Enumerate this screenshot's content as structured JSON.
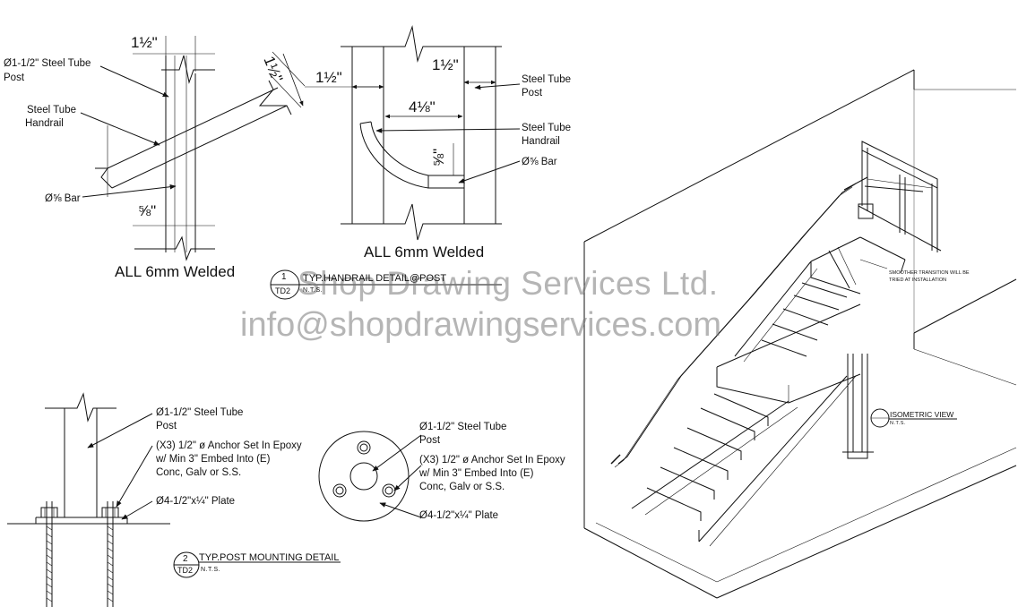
{
  "watermark": {
    "company": "Shop Drawing Services Ltd.",
    "email": "info@shopdrawingservices.com"
  },
  "detail1": {
    "number": "1",
    "sheet_ref": "TD2",
    "title": "TYP.HANDRAIL DETAIL@POST",
    "scale": "N.T.S.",
    "left_view": {
      "post_label_line1": "Ø1-1/2\" Steel Tube",
      "post_label_line2": "Post",
      "handrail_label_line1": "Steel Tube",
      "handrail_label_line2": "Handrail",
      "bar_label": "Ø⅝ Bar",
      "dim_top": "1½\"",
      "dim_diag": "1½\"",
      "dim_bottom": "⅝\"",
      "weld_note": "ALL 6mm Welded"
    },
    "right_view": {
      "dim_left": "1½\"",
      "dim_right": "1½\"",
      "dim_mid": "4⅛\"",
      "dim_vert": "⅝\"",
      "post_label_line1": "Steel Tube",
      "post_label_line2": "Post",
      "handrail_label_line1": "Steel Tube",
      "handrail_label_line2": "Handrail",
      "bar_label": "Ø⅝ Bar",
      "weld_note": "ALL 6mm Welded"
    }
  },
  "detail2": {
    "number": "2",
    "sheet_ref": "TD2",
    "title": "TYP.POST MOUNTING DETAIL",
    "scale": "N.T.S.",
    "elevation": {
      "post_label_line1": "Ø1-1/2\" Steel Tube",
      "post_label_line2": "Post",
      "anchor_line1": "(X3) 1/2\" ø Anchor Set In Epoxy",
      "anchor_line2": "w/ Min 3\" Embed Into (E)",
      "anchor_line3": "Conc, Galv or S.S.",
      "plate_label": "Ø4-1/2\"x¼\" Plate"
    },
    "plan": {
      "post_label_line1": "Ø1-1/2\" Steel Tube",
      "post_label_line2": "Post",
      "anchor_line1": "(X3) 1/2\" ø Anchor Set In Epoxy",
      "anchor_line2": "w/ Min 3\" Embed Into (E)",
      "anchor_line3": "Conc, Galv or S.S.",
      "plate_label": "Ø4-1/2\"x¼\" Plate"
    }
  },
  "isometric": {
    "title": "ISOMETRIC VIEW",
    "scale": "N.T.S.",
    "note_line1": "SMOOTHER TRANSITION WILL BE",
    "note_line2": "TRIED AT INSTALLATION"
  },
  "colors": {
    "line": "#111111",
    "watermark": "#8a8a8a",
    "background": "#ffffff"
  }
}
